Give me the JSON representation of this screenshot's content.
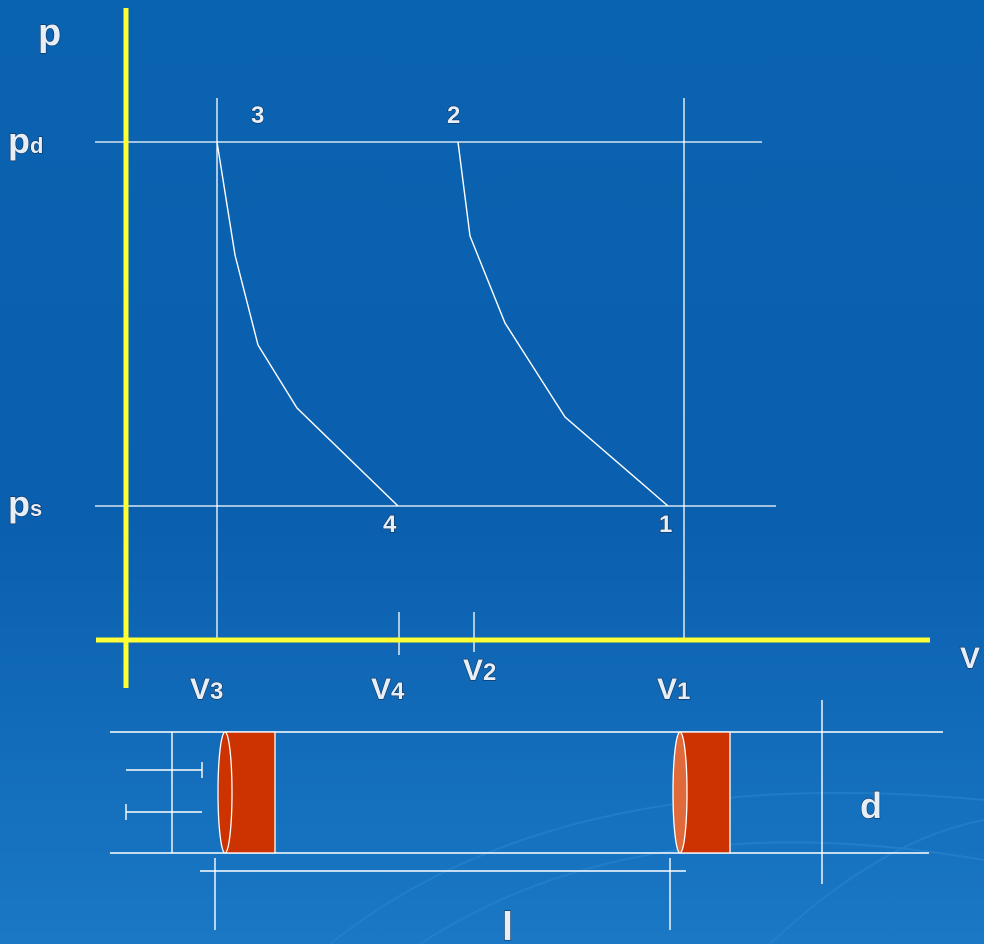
{
  "colors": {
    "background": "#0a63b0",
    "axis": "#ffff33",
    "line": "#ffffff",
    "piston": "#cc3300",
    "text": "#e6eef8"
  },
  "axes": {
    "y_label": "p",
    "x_label": "V"
  },
  "pressure_levels": {
    "discharge": {
      "main": "p",
      "sub": "d"
    },
    "suction": {
      "main": "p",
      "sub": "s"
    }
  },
  "volumes": [
    {
      "main": "V",
      "sub": "3"
    },
    {
      "main": "V",
      "sub": "4"
    },
    {
      "main": "V",
      "sub": "2"
    },
    {
      "main": "V",
      "sub": "1"
    }
  ],
  "points": [
    "1",
    "2",
    "3",
    "4"
  ],
  "cylinder": {
    "diameter_label": "d",
    "length_label": "l"
  }
}
